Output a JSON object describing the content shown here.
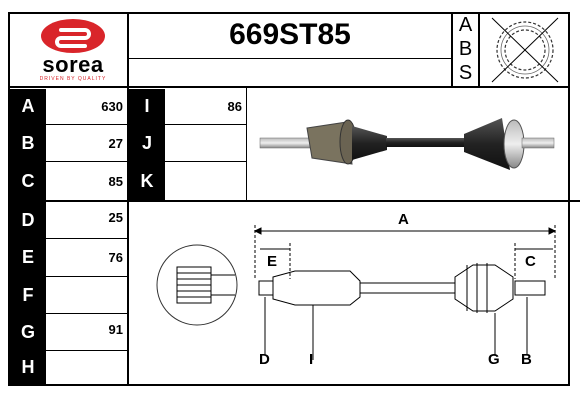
{
  "brand": {
    "name": "sorea",
    "tagline": "DRIVEN BY QUALITY",
    "color": "#d9252a"
  },
  "part_number": "669ST85",
  "abs_letters": [
    "A",
    "B",
    "S"
  ],
  "specs_left": [
    {
      "label": "A",
      "value": "630"
    },
    {
      "label": "B",
      "value": "27"
    },
    {
      "label": "C",
      "value": "85"
    },
    {
      "label": "D",
      "value": "25"
    },
    {
      "label": "E",
      "value": "76"
    },
    {
      "label": "F",
      "value": ""
    },
    {
      "label": "G",
      "value": "91"
    },
    {
      "label": "H",
      "value": ""
    }
  ],
  "specs_mid": [
    {
      "label": "I",
      "value": "86"
    },
    {
      "label": "J",
      "value": ""
    },
    {
      "label": "K",
      "value": ""
    }
  ],
  "diagram": {
    "labels": {
      "A": "A",
      "E": "E",
      "C": "C",
      "D": "D",
      "I": "I",
      "G": "G",
      "B": "B"
    }
  }
}
